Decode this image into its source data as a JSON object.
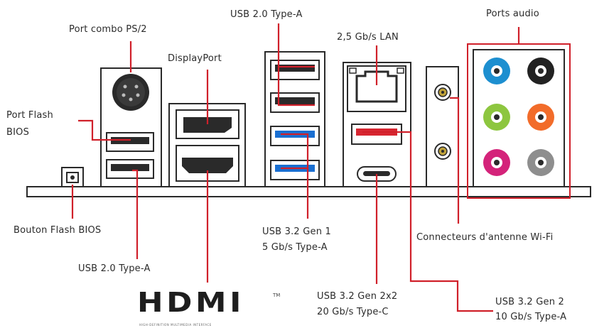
{
  "labels": {
    "ps2": "Port combo PS/2",
    "usb20_top": "USB 2.0 Type-A",
    "displayport": "DisplayPort",
    "lan": "2,5 Gb/s LAN",
    "audio": "Ports audio",
    "flash_port_line1": "Port Flash",
    "flash_port_line2": "BIOS",
    "flash_button": "Bouton Flash BIOS",
    "usb20_bottom": "USB 2.0 Type-A",
    "usb32g1_line1": "USB 3.2 Gen 1",
    "usb32g1_line2": "5 Gb/s Type-A",
    "wifi": "Connecteurs d'antenne Wi-Fi",
    "usbc_line1": "USB 3.2 Gen 2x2",
    "usbc_line2": "20 Gb/s Type-C",
    "usb32g2_line1": "USB 3.2 Gen 2",
    "usb32g2_line2": "10 Gb/s Type-A"
  },
  "logo": {
    "text": "HDMI",
    "trademark": "TM",
    "tagline": "HIGH-DEFINITION MULTIMEDIA INTERFACE"
  },
  "colors": {
    "leader": "#d0202a",
    "outline": "#2a2a2a",
    "audio_blue": "#1d8fd0",
    "audio_green": "#8dc63f",
    "audio_pink": "#d4237a",
    "audio_orange": "#f26c2a",
    "audio_black": "#222222",
    "audio_gray": "#8e8e8e",
    "usb32g1_blue": "#1a6fd1",
    "usb32g2_red": "#d72631"
  }
}
